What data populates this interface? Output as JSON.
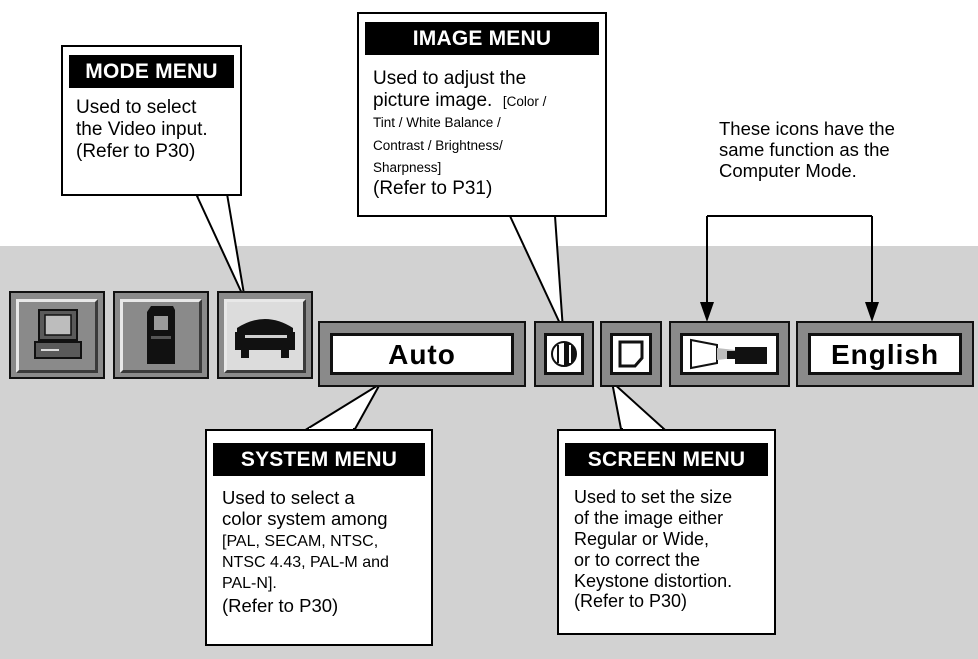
{
  "callouts": {
    "mode_menu": {
      "title": "MODE MENU",
      "lines": [
        "Used to select",
        "the Video input.",
        "(Refer to P30)"
      ]
    },
    "image_menu": {
      "title": "IMAGE MENU",
      "lines": [
        "Used to adjust the",
        "picture image.",
        "[Color /",
        "Tint / White Balance /",
        "Contrast / Brightness/",
        "Sharpness]",
        "(Refer to P31)"
      ]
    },
    "system_menu": {
      "title": "SYSTEM MENU",
      "lines": [
        "Used to select a",
        "color system among",
        "[PAL, SECAM, NTSC,",
        "NTSC 4.43, PAL-M and",
        "PAL-N].",
        "(Refer to P30)"
      ]
    },
    "screen_menu": {
      "title": "SCREEN MENU",
      "lines": [
        "Used to set the size",
        "of the image either",
        "Regular or  Wide,",
        "or to correct the",
        "Keystone distortion.",
        "(Refer to P30)"
      ]
    }
  },
  "note": {
    "lines": [
      "These icons have the",
      "same function as the",
      "Computer Mode."
    ]
  },
  "menu_bar": {
    "mode_icons": [
      "computer-icon",
      "video-card-icon",
      "video-mode-icon"
    ],
    "system_value": "Auto",
    "language_value": "English",
    "icons": [
      "image-adjust-icon",
      "screen-icon",
      "keystone-projector-icon"
    ]
  }
}
